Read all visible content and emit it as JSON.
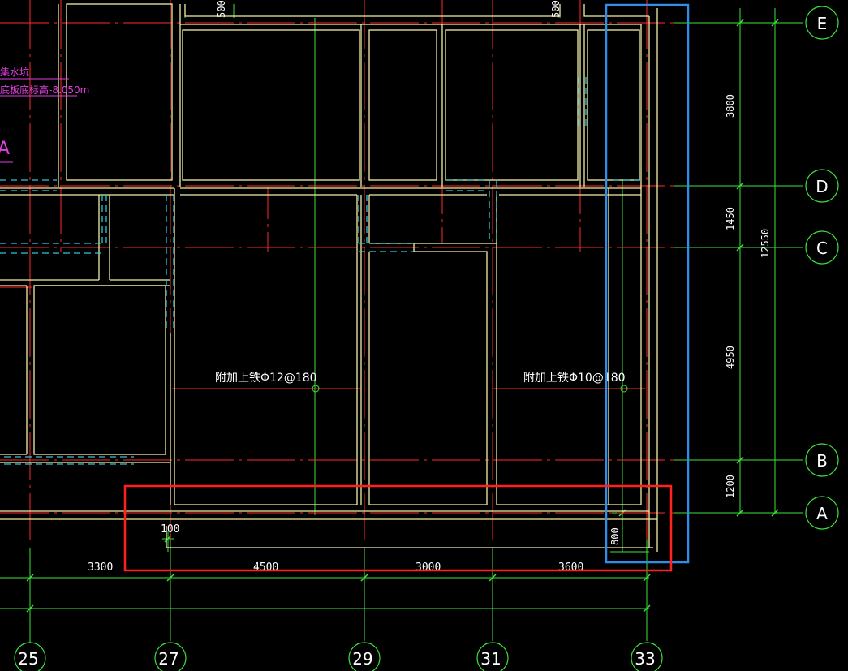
{
  "colors": {
    "background": "#000000",
    "wall": "#f2eea6",
    "axis": "#ff2a2a",
    "dimension": "#3be33b",
    "dashed": "#2ec6d8",
    "annotation": "#e040e0",
    "highlight_blue": "#2f8fe8",
    "highlight_red": "#ff2020",
    "text": "#ffffff"
  },
  "grid_bubbles": {
    "vertical": [
      "25",
      "27",
      "29",
      "31",
      "33"
    ],
    "horizontal": [
      "E",
      "D",
      "C",
      "B",
      "A"
    ]
  },
  "dimensions": {
    "bottom": [
      "3300",
      "4500",
      "3000",
      "3600"
    ],
    "right": [
      "3800",
      "1450",
      "4950",
      "1200"
    ],
    "right_total": "12550",
    "top": [
      "500",
      "500"
    ],
    "offset_100": "100",
    "offset_800": "800"
  },
  "notes": {
    "rebar_left": "附加上铁Φ12@180",
    "rebar_right": "附加上铁Φ10@180",
    "pit_label": "集水坑",
    "pit_elevation": "底板底标高-8.050m",
    "section_mark": "A"
  },
  "icons": [
    "grid-bubble-icon",
    "dimension-tick-icon",
    "rebar-node-icon"
  ]
}
